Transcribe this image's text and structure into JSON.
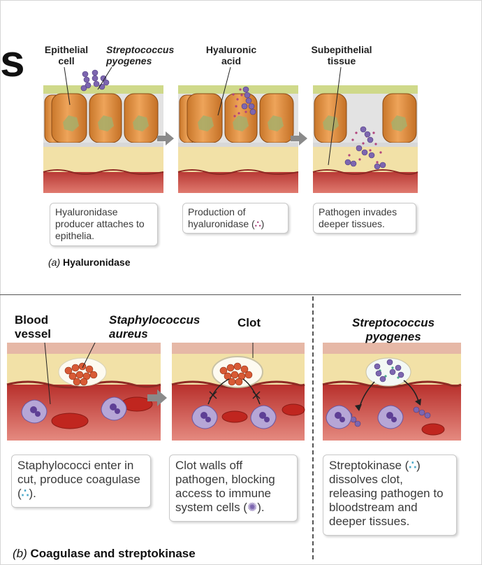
{
  "partial_title_char": "s",
  "panel_a": {
    "labels": {
      "epithelial": "Epithelial\ncell",
      "strep": "Streptococcus\npyogenes",
      "hyaluronic": "Hyaluronic\nacid",
      "subepithelial": "Subepithelial\ntissue"
    },
    "captions": [
      {
        "pre": "Hyaluronidase producer attaches to epithelia.",
        "sym": "",
        "post": ""
      },
      {
        "pre": "Production of hyaluronidase (",
        "sym": "∴",
        "post": ")"
      },
      {
        "pre": "Pathogen invades deeper tissues.",
        "sym": "",
        "post": ""
      }
    ],
    "title_letter": "(a)",
    "title": "Hyaluronidase"
  },
  "panel_b": {
    "labels": {
      "blood_vessel": "Blood\nvessel",
      "staph": "Staphylococcus\naureus",
      "clot": "Clot",
      "strep2": "Streptococcus\npyogenes"
    },
    "captions": [
      {
        "pre": "Staphylococci enter in cut, produce coagulase (",
        "sym": "∴",
        "post": ")."
      },
      {
        "pre": "Clot walls off pathogen, blocking access to immune system cells (",
        "sym": "✺",
        "post": ")."
      },
      {
        "pre": "Streptokinase (",
        "sym": "∴",
        "post": ") dissolves clot, releasing pathogen to bloodstream and deeper tissues."
      }
    ],
    "title_letter": "(b)",
    "title": "Coagulase and streptokinase"
  },
  "colors": {
    "cell_orange": "#e0913a",
    "cell_dark": "#b86a22",
    "nucleus": "#a8b06a",
    "tissue_yellow": "#f3e0a8",
    "blood_red": "#c5443e",
    "rbc": "#d23a2e",
    "bacteria_purple": "#7d66b0",
    "staph_orange": "#d85a35"
  }
}
